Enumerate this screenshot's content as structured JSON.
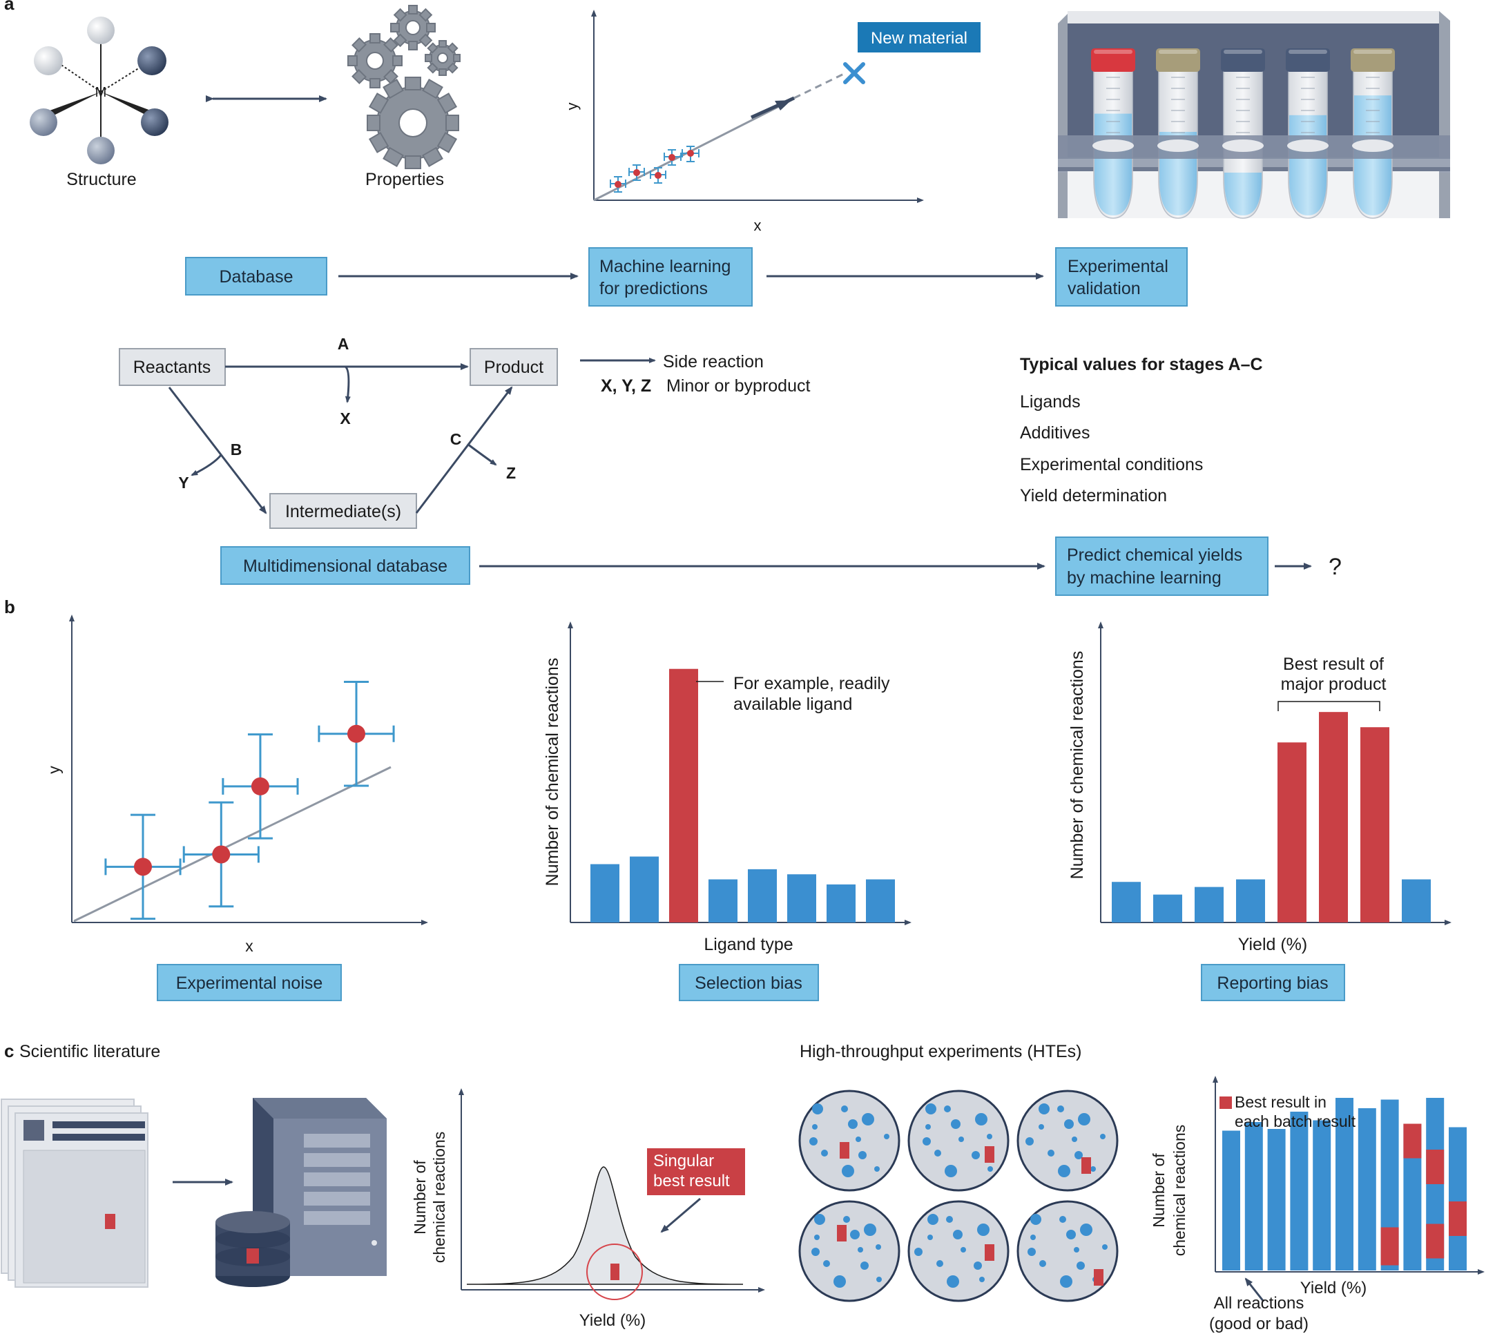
{
  "colors": {
    "box_fill": "#7cc4e8",
    "box_stroke": "#4a9bc8",
    "grey_box_fill": "#e3e6ea",
    "grey_box_stroke": "#9aa1aa",
    "arrow": "#3b4a63",
    "bar_blue": "#3b8fd0",
    "bar_red": "#c94045",
    "errbar": "#3e98cc",
    "point_red": "#cc3a3f",
    "new_material_bg": "#1b79b6",
    "marker_x": "#3b8fd0"
  },
  "panels": {
    "a": "a",
    "b": "b",
    "c": "c"
  },
  "panel_a": {
    "structure_label": "Structure",
    "metal_label": "M",
    "properties_label": "Properties",
    "plot_x": "x",
    "plot_y": "y",
    "new_material": "New material",
    "flow": {
      "database": "Database",
      "ml_line1": "Machine learning",
      "ml_line2": "for predictions",
      "exp_line1": "Experimental",
      "exp_line2": "validation"
    },
    "reaction": {
      "reactants": "Reactants",
      "product": "Product",
      "intermediates": "Intermediate(s)",
      "A": "A",
      "B": "B",
      "C": "C",
      "X": "X",
      "Y": "Y",
      "Z": "Z"
    },
    "legend": {
      "side_reaction": "Side reaction",
      "xyz": "X, Y, Z",
      "minor": "Minor or byproduct"
    },
    "typical": {
      "title": "Typical values for stages A–C",
      "items": [
        "Ligands",
        "Additives",
        "Experimental conditions",
        "Yield determination"
      ]
    },
    "multidim": "Multidimensional database",
    "predict_line1": "Predict chemical yields",
    "predict_line2": "by machine learning",
    "question": "?"
  },
  "panel_b": {
    "noise": {
      "xlabel": "x",
      "ylabel": "y",
      "box": "Experimental noise"
    },
    "selection": {
      "ylabel": "Number of chemical reactions",
      "xlabel": "Ligand type",
      "annotation_line1": "For example, readily",
      "annotation_line2": "available ligand",
      "box": "Selection bias"
    },
    "reporting": {
      "ylabel": "Number of chemical reactions",
      "xlabel": "Yield (%)",
      "annotation_line1": "Best result of",
      "annotation_line2": "major product",
      "box": "Reporting bias"
    }
  },
  "panel_c": {
    "lit_title": "Scientific literature",
    "hte_title": "High-throughput experiments (HTEs)",
    "curve_ylabel_line1": "Number of",
    "curve_ylabel_line2": "chemical reactions",
    "curve_xlabel": "Yield (%)",
    "singular_line1": "Singular",
    "singular_line2": "best result",
    "hte_ylabel_line1": "Number of",
    "hte_ylabel_line2": "chemical reactions",
    "hte_xlabel": "Yield (%)",
    "hte_legend_line1": "Best result in",
    "hte_legend_line2": "each batch result",
    "all_line1": "All reactions",
    "all_line2": "(good or bad)"
  },
  "chart_data": [
    {
      "type": "scatter",
      "title": "",
      "xlabel": "x",
      "ylabel": "y",
      "points": [
        {
          "x": 2,
          "y": 1.8,
          "xerr": 1.4,
          "yerr": 1.4
        },
        {
          "x": 4.2,
          "y": 2.2,
          "xerr": 1.4,
          "yerr": 1.4
        },
        {
          "x": 5.3,
          "y": 4.4,
          "xerr": 1.4,
          "yerr": 1.4
        },
        {
          "x": 8,
          "y": 6.1,
          "xerr": 1.4,
          "yerr": 1.4
        }
      ],
      "fit_line": true
    },
    {
      "type": "bar",
      "title": "",
      "xlabel": "Ligand type",
      "ylabel": "Number of chemical reactions",
      "values": [
        23,
        26,
        100,
        17,
        21,
        19,
        15,
        17
      ],
      "highlight": [
        false,
        false,
        true,
        false,
        false,
        false,
        false,
        false
      ],
      "ylim": [
        0,
        110
      ]
    },
    {
      "type": "bar",
      "title": "",
      "xlabel": "Yield (%)",
      "ylabel": "Number of chemical reactions",
      "values": [
        16,
        11,
        14,
        17,
        71,
        83,
        77,
        17
      ],
      "highlight": [
        false,
        false,
        false,
        false,
        true,
        true,
        true,
        false
      ],
      "ylim": [
        0,
        110
      ]
    },
    {
      "type": "bar",
      "title": "",
      "xlabel": "Yield (%)",
      "ylabel": "chemical reactions",
      "values": [
        81,
        86,
        82,
        92,
        87,
        100,
        94,
        99,
        85,
        100,
        83
      ],
      "red_segments": [
        [],
        [],
        [],
        [],
        [],
        [],
        [],
        [
          [
            3,
            25
          ]
        ],
        [
          [
            65,
            85
          ]
        ],
        [
          [
            7,
            27
          ],
          [
            50,
            70
          ]
        ],
        [
          [
            20,
            40
          ]
        ]
      ],
      "ylim": [
        0,
        120
      ]
    }
  ]
}
